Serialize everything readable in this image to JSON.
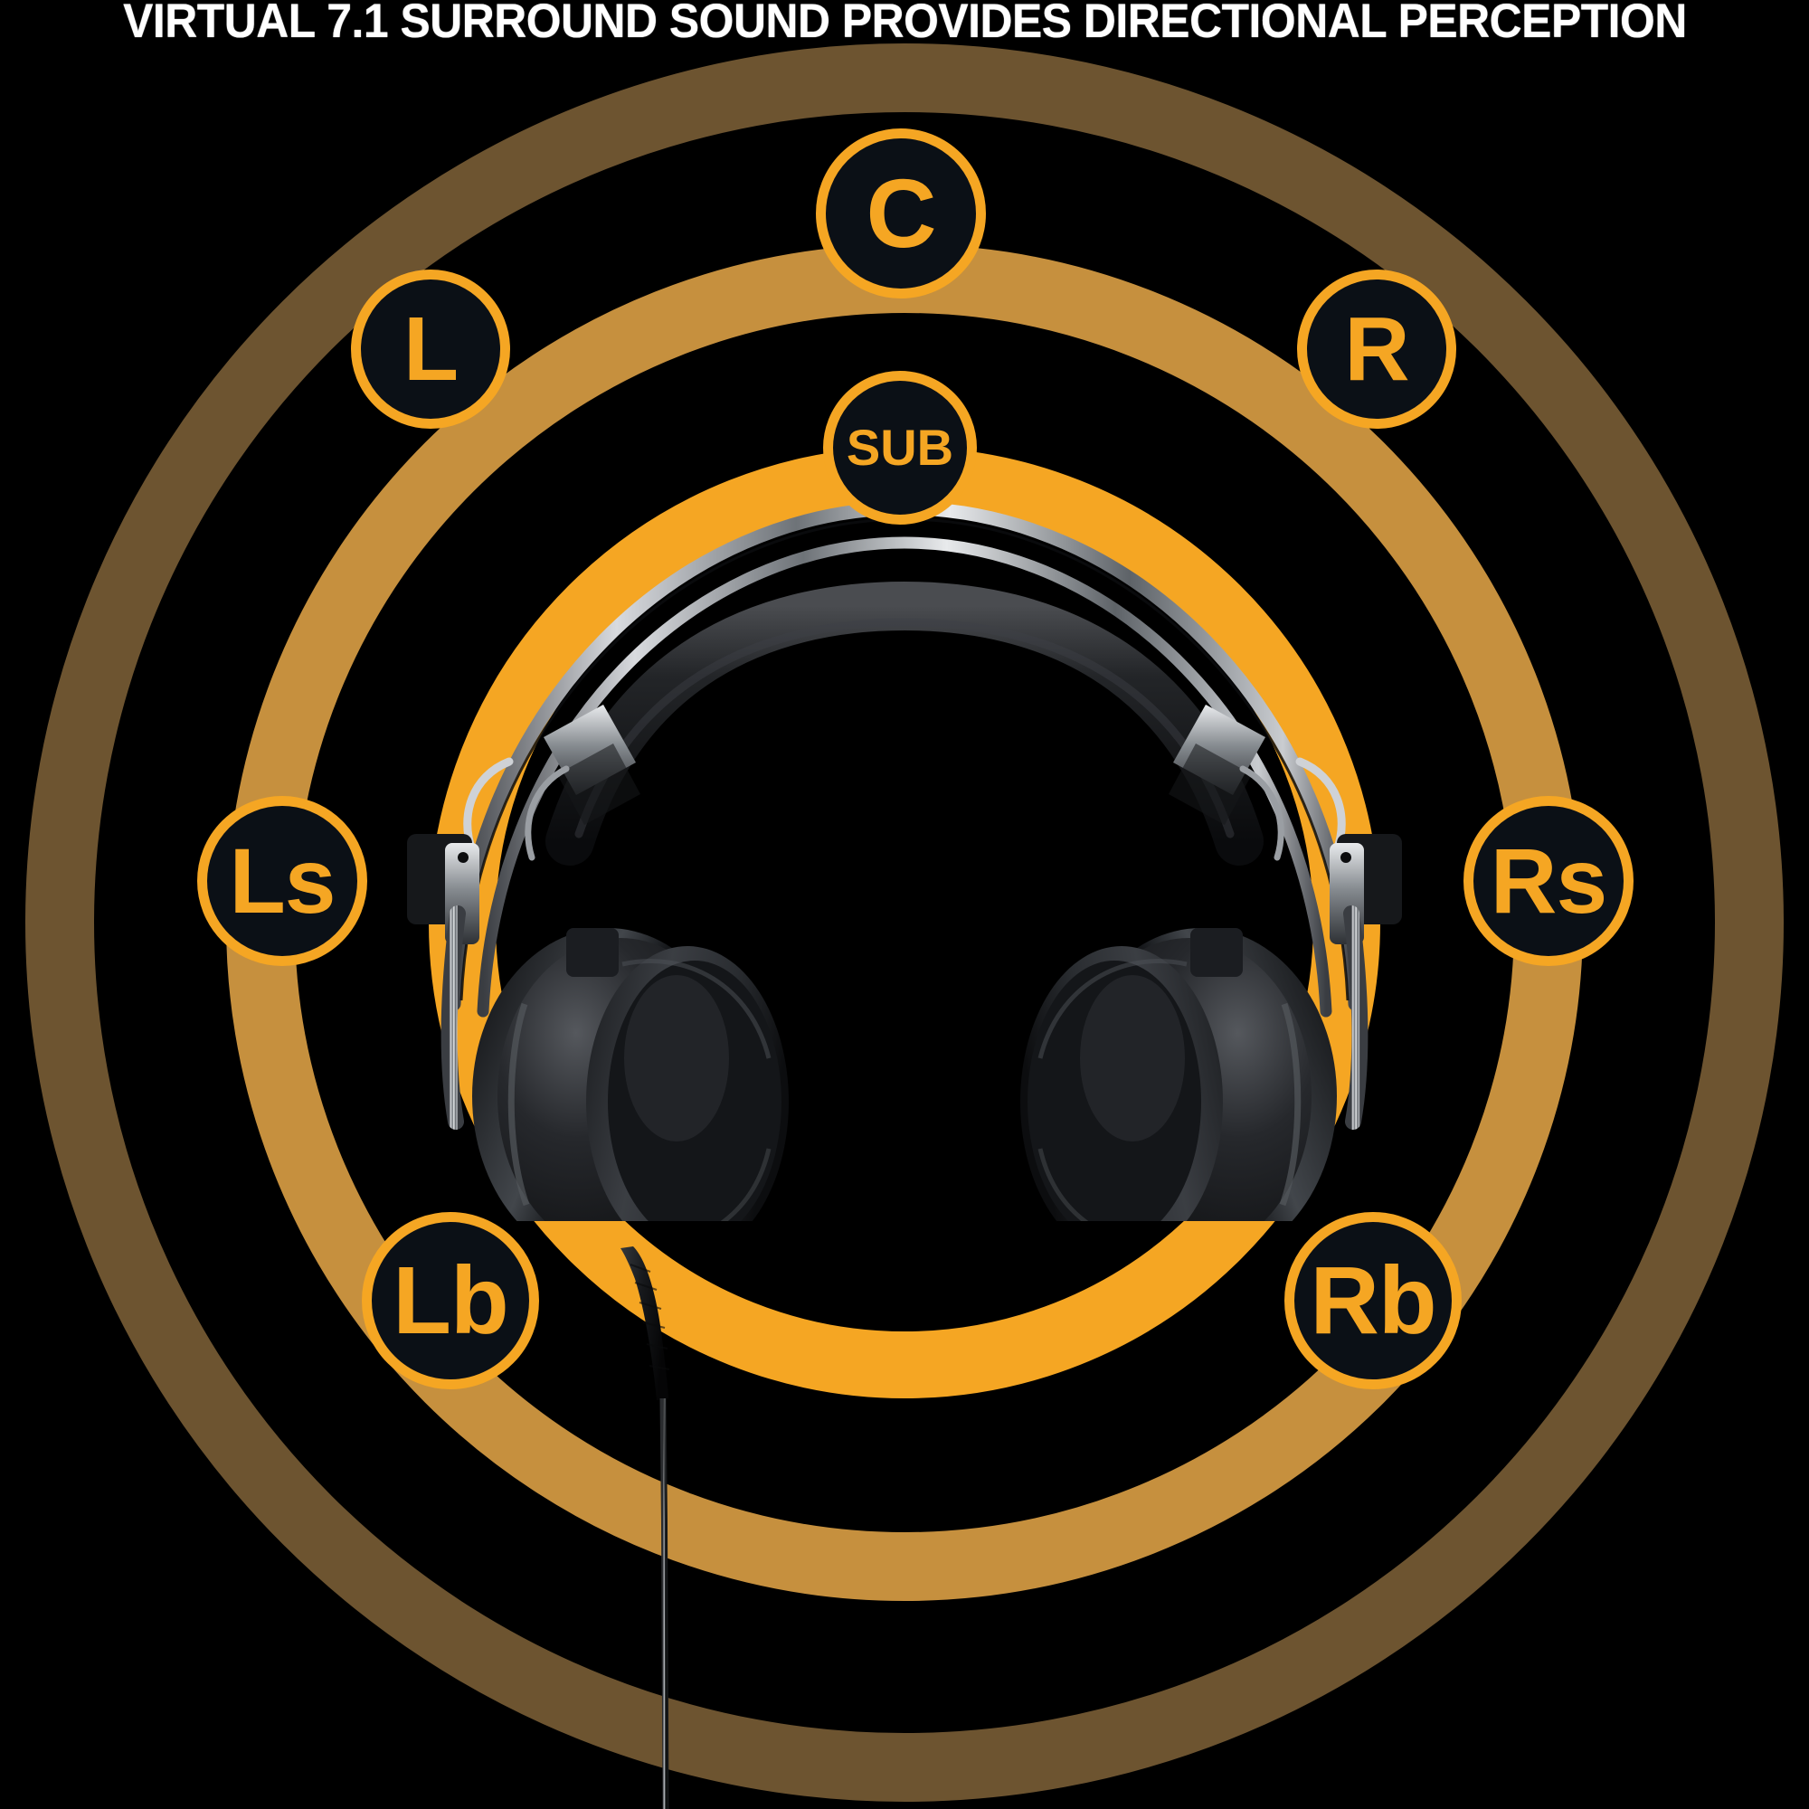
{
  "header": {
    "title": "VIRTUAL 7.1 SURROUND SOUND PROVIDES DIRECTIONAL PERCEPTION"
  },
  "theme": {
    "background": "#000000",
    "accent_orange": "#f5a623",
    "ring_mid": "#c6903e",
    "ring_outer": "#6d5430",
    "badge_fill": "#0b1016",
    "title_color": "#ffffff"
  },
  "diagram": {
    "type": "surround-sound-speaker-layout",
    "product": "gaming-headset",
    "ring_count": 3,
    "rings": [
      {
        "name": "inner-ring",
        "color": "#f5a623"
      },
      {
        "name": "middle-ring",
        "color": "#c6903e"
      },
      {
        "name": "outer-ring",
        "color": "#6d5430"
      }
    ],
    "channels": [
      {
        "id": "c",
        "label": "C",
        "name": "center-channel",
        "position": "top-center"
      },
      {
        "id": "l",
        "label": "L",
        "name": "front-left-channel",
        "position": "top-left"
      },
      {
        "id": "r",
        "label": "R",
        "name": "front-right-channel",
        "position": "top-right"
      },
      {
        "id": "sub",
        "label": "SUB",
        "name": "subwoofer-channel",
        "position": "center-top"
      },
      {
        "id": "ls",
        "label": "Ls",
        "name": "left-surround-channel",
        "position": "mid-left"
      },
      {
        "id": "rs",
        "label": "Rs",
        "name": "right-surround-channel",
        "position": "mid-right"
      },
      {
        "id": "lb",
        "label": "Lb",
        "name": "left-back-channel",
        "position": "bottom-left"
      },
      {
        "id": "rb",
        "label": "Rb",
        "name": "right-back-channel",
        "position": "bottom-right"
      }
    ]
  }
}
